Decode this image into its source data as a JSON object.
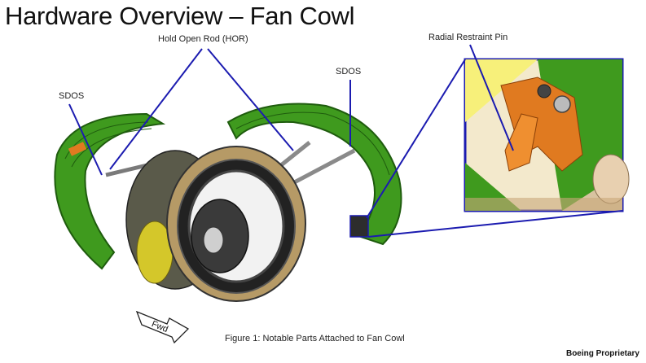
{
  "slide": {
    "title": "Hardware Overview – Fan Cowl",
    "footer": "Boeing Proprietary"
  },
  "labels": {
    "hor": "Hold Open Rod (HOR)",
    "sdos_left": "SDOS",
    "sdos_right": "SDOS",
    "radial_pin": "Radial Restraint Pin",
    "fwd": "Fwd"
  },
  "figure": {
    "caption": "Figure 1: Notable Parts Attached to Fan Cowl"
  },
  "colors": {
    "cowl_green": "#3f9a1e",
    "cowl_dark": "#1f5c0e",
    "callout_blue": "#1b1bb0",
    "bracket_orange": "#e07a20",
    "engine_dark": "#3a3a3a"
  }
}
